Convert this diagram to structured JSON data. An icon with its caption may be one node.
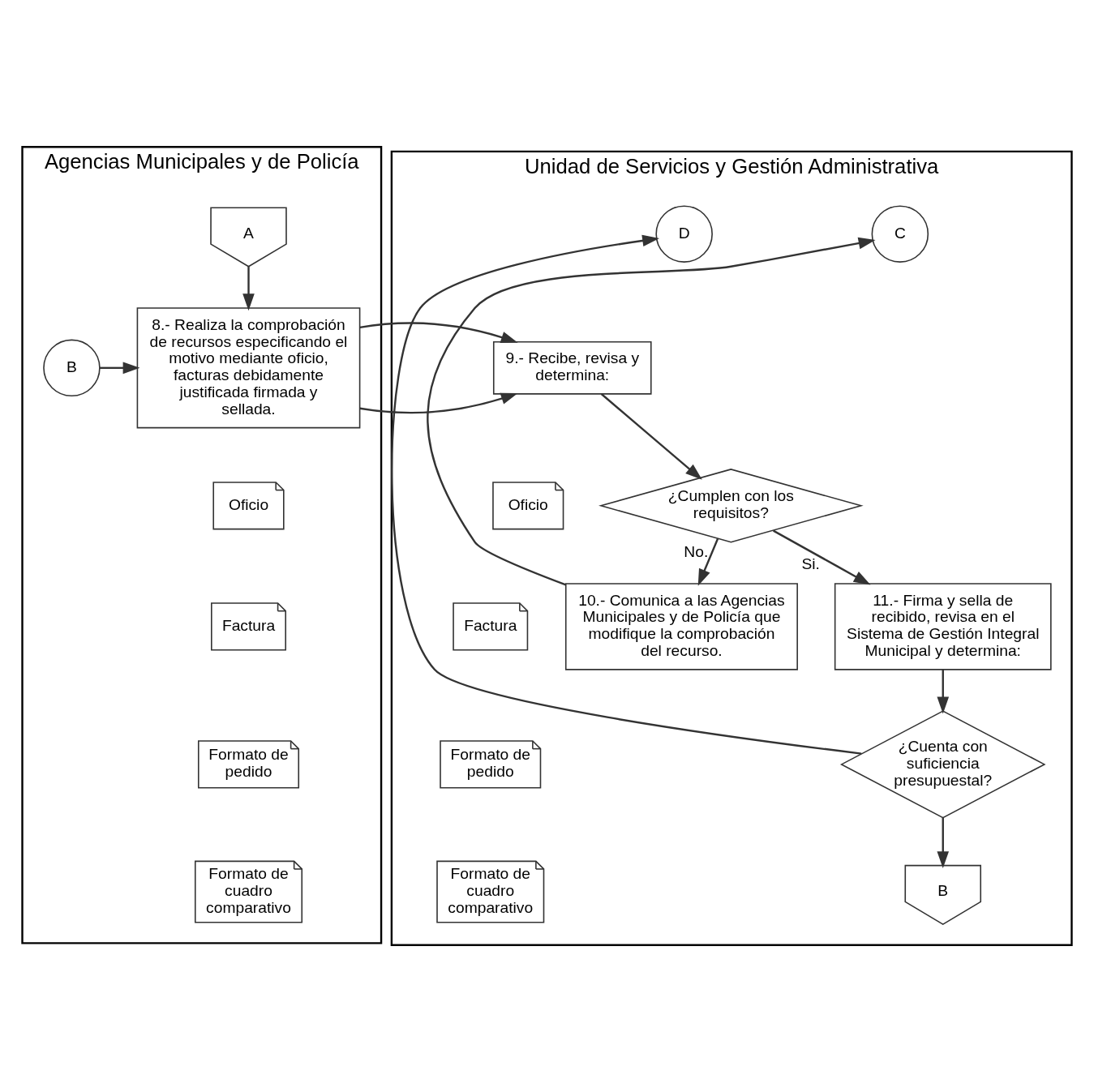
{
  "diagram": {
    "nodes": [
      {
        "text": [
          "Agencias Municipales y de Policía"
        ]
      },
      {
        "text": [
          "Unidad de Servicios y Gestión Administrativa"
        ]
      },
      {
        "text": [
          "A"
        ],
        "in": 0
      },
      {
        "text": [
          "8.- Realiza la comprobación de recursos especificando el motivo mediante oficio, facturas debidamente justificada firmada y sellada."
        ],
        "in": 0
      },
      {
        "text": [
          "B"
        ],
        "in": 0
      },
      {
        "text": [
          "Oficio"
        ],
        "in": 0
      },
      {
        "text": [
          "Factura"
        ],
        "in": 0
      },
      {
        "text": [
          "Formato de pedido"
        ],
        "in": 0
      },
      {
        "text": [
          "Formato de cuadro comparativo"
        ],
        "in": 0
      },
      {
        "text": [
          "9.- Recibe, revisa y determina:"
        ],
        "in": 1
      },
      {
        "text": [
          "Oficio"
        ],
        "in": 1
      },
      {
        "text": [
          "Factura"
        ],
        "in": 1
      },
      {
        "text": [
          "Formato de pedido"
        ],
        "in": 1
      },
      {
        "text": [
          "Formato de cuadro comparativo"
        ],
        "in": 1
      },
      {
        "text": [
          "¿Cumplen con los requisitos?"
        ],
        "in": 1
      },
      {
        "text": [
          "10.- Comunica a las Agencias Municipales y de Policía que modifique la comprobación del recurso."
        ],
        "in": 1
      },
      {
        "text": [
          "C"
        ],
        "in": 1
      },
      {
        "text": [
          "11.- Firma y sella de recibido, revisa en el Sistema de Gestión Integral Municipal y determina:"
        ],
        "in": 1
      },
      {
        "text": [
          "¿Cuenta con suficiencia presupuestal?"
        ],
        "in": 1
      },
      {
        "text": [
          "D"
        ],
        "in": 1
      },
      {
        "text": [
          "B"
        ],
        "in": 1
      }
    ],
    "edges": [
      {
        "from": 2,
        "to": 3,
        "arrow": "to"
      },
      {
        "from": 4,
        "to": 3,
        "arrow": "to"
      },
      {
        "from": 3,
        "to": 9,
        "arrow": "to"
      },
      {
        "from": 9,
        "to": 14,
        "arrow": "to"
      },
      {
        "from": 14,
        "to": 15,
        "label": "No.",
        "arrow": "to"
      },
      {
        "from": 14,
        "to": 17,
        "label": "Si.",
        "arrow": "to"
      },
      {
        "from": 15,
        "to": 16,
        "arrow": "to"
      },
      {
        "from": 17,
        "to": 18,
        "arrow": "to"
      },
      {
        "from": 18,
        "to": 19,
        "arrow": "to"
      },
      {
        "from": 18,
        "to": 20,
        "arrow": "to"
      }
    ]
  }
}
